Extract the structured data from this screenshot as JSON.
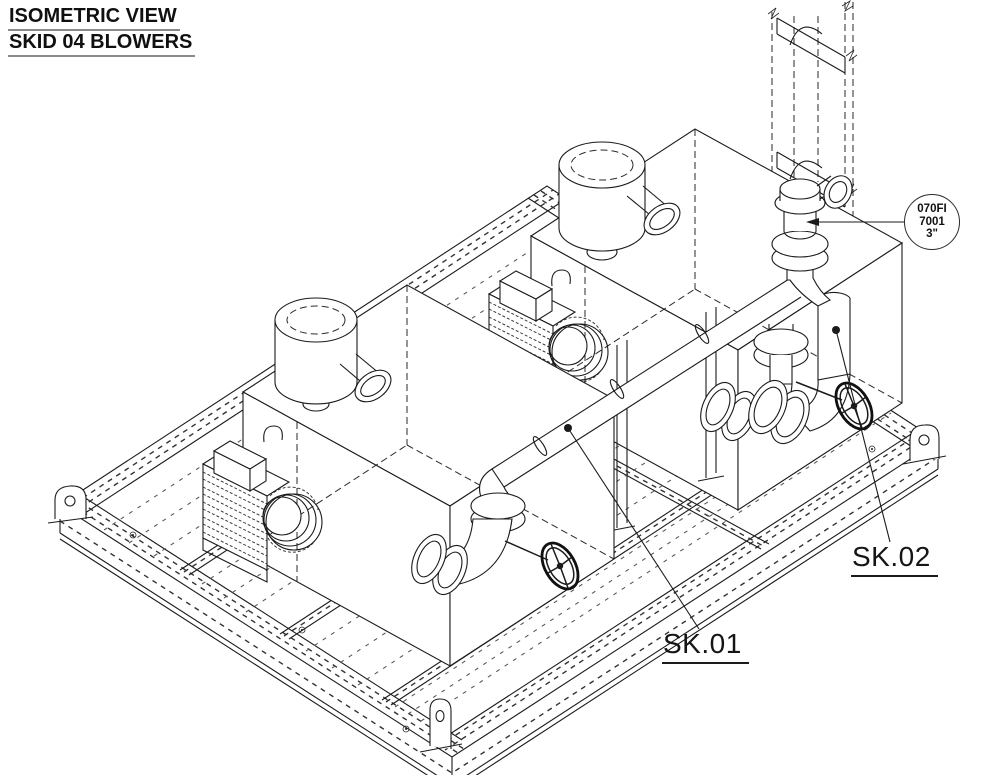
{
  "title": {
    "line1": "ISOMETRIC VIEW",
    "line2": "SKID 04 BLOWERS"
  },
  "callouts": {
    "sk01": {
      "label": "SK.01"
    },
    "sk02": {
      "label": "SK.02"
    },
    "balloon": {
      "line1": "070FI",
      "line2": "7001",
      "line3": "3\""
    }
  },
  "colors": {
    "background": "#ffffff",
    "line": "#1b1b1b"
  }
}
